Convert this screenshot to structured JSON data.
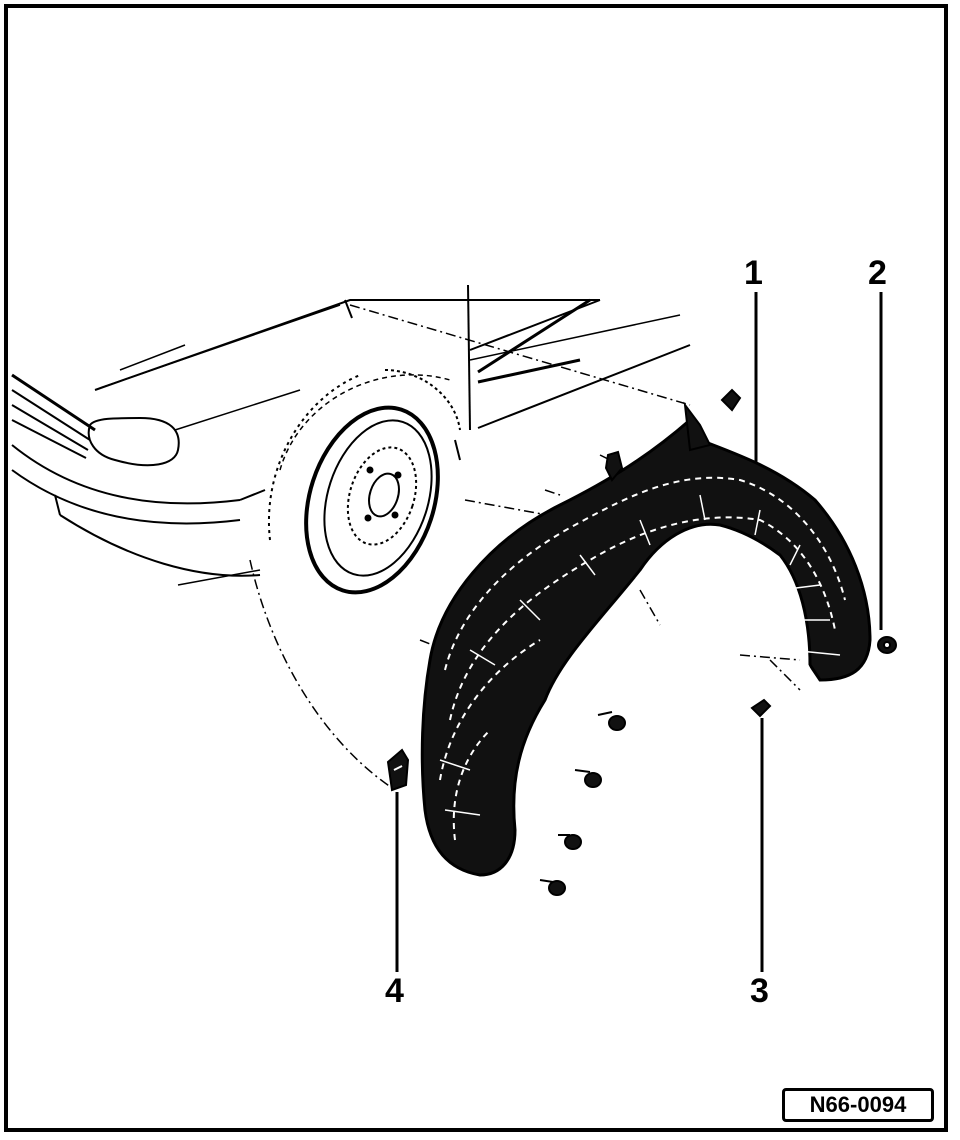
{
  "callouts": {
    "c1": "1",
    "c2": "2",
    "c3": "3",
    "c4": "4"
  },
  "figure_id": "N66-0094",
  "colors": {
    "ink": "#000000",
    "paper": "#ffffff"
  }
}
